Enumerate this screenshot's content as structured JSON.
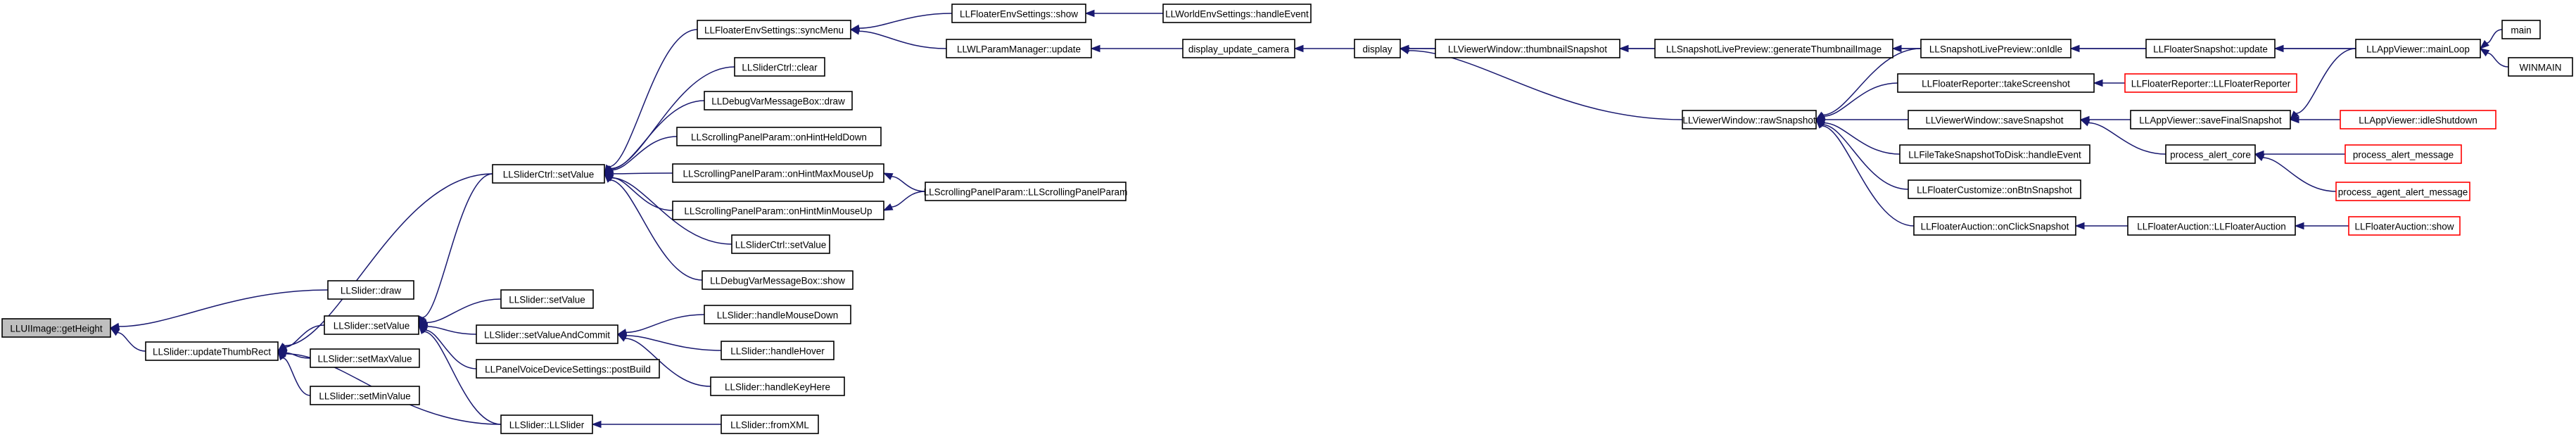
{
  "colors": {
    "edge": "#191970",
    "node_border": "#000000",
    "node_fill": "#ffffff",
    "root_fill": "#bfbfbf",
    "truncated_border": "#ff0000"
  },
  "nodes": [
    {
      "id": "n0",
      "label": "LLUIImage::getHeight",
      "style": "root"
    },
    {
      "id": "n1",
      "label": "LLSlider::draw",
      "style": "normal"
    },
    {
      "id": "n2",
      "label": "LLSlider::updateThumbRect",
      "style": "normal"
    },
    {
      "id": "n3",
      "label": "LLSliderCtrl::setValue",
      "style": "normal"
    },
    {
      "id": "n4",
      "label": "LLSlider::setValue",
      "style": "normal"
    },
    {
      "id": "n5",
      "label": "LLSlider::setMaxValue",
      "style": "normal"
    },
    {
      "id": "n6",
      "label": "LLSlider::setMinValue",
      "style": "normal"
    },
    {
      "id": "n7",
      "label": "LLSlider::LLSlider",
      "style": "normal"
    },
    {
      "id": "n8",
      "label": "LLFloaterEnvSettings::syncMenu",
      "style": "normal"
    },
    {
      "id": "n9",
      "label": "LLSliderCtrl::clear",
      "style": "normal"
    },
    {
      "id": "n10",
      "label": "LLDebugVarMessageBox::draw",
      "style": "normal"
    },
    {
      "id": "n11",
      "label": "LLScrollingPanelParam::onHintHeldDown",
      "style": "normal"
    },
    {
      "id": "n12",
      "label": "LLScrollingPanelParam::onHintMaxMouseUp",
      "style": "normal"
    },
    {
      "id": "n13",
      "label": "LLScrollingPanelParam::onHintMinMouseUp",
      "style": "normal"
    },
    {
      "id": "n14",
      "label": "LLSliderCtrl::setValue",
      "style": "normal"
    },
    {
      "id": "n15",
      "label": "LLDebugVarMessageBox::show",
      "style": "normal"
    },
    {
      "id": "n16",
      "label": "LLSlider::setValue",
      "style": "normal"
    },
    {
      "id": "n17",
      "label": "LLSlider::setValueAndCommit",
      "style": "normal"
    },
    {
      "id": "n18",
      "label": "LLPanelVoiceDeviceSettings::postBuild",
      "style": "normal"
    },
    {
      "id": "n19",
      "label": "LLSlider::handleMouseDown",
      "style": "normal"
    },
    {
      "id": "n20",
      "label": "LLSlider::handleHover",
      "style": "normal"
    },
    {
      "id": "n21",
      "label": "LLSlider::handleKeyHere",
      "style": "normal"
    },
    {
      "id": "n22",
      "label": "LLSlider::fromXML",
      "style": "normal"
    },
    {
      "id": "n23",
      "label": "LLFloaterEnvSettings::show",
      "style": "normal"
    },
    {
      "id": "n24",
      "label": "LLWLParamManager::update",
      "style": "normal"
    },
    {
      "id": "n25",
      "label": "LLWorldEnvSettings::handleEvent",
      "style": "normal"
    },
    {
      "id": "n26",
      "label": "display_update_camera",
      "style": "normal"
    },
    {
      "id": "n27",
      "label": "display",
      "style": "normal"
    },
    {
      "id": "n28",
      "label": "LLScrollingPanelParam::LLScrollingPanelParam",
      "style": "normal"
    },
    {
      "id": "n29",
      "label": "LLViewerWindow::thumbnailSnapshot",
      "style": "normal"
    },
    {
      "id": "n30",
      "label": "LLViewerWindow::rawSnapshot",
      "style": "normal"
    },
    {
      "id": "n31",
      "label": "LLSnapshotLivePreview::generateThumbnailImage",
      "style": "normal"
    },
    {
      "id": "n32",
      "label": "LLSnapshotLivePreview::onIdle",
      "style": "normal"
    },
    {
      "id": "n33",
      "label": "LLFloaterReporter::takeScreenshot",
      "style": "normal"
    },
    {
      "id": "n34",
      "label": "LLViewerWindow::saveSnapshot",
      "style": "normal"
    },
    {
      "id": "n35",
      "label": "LLFileTakeSnapshotToDisk::handleEvent",
      "style": "normal"
    },
    {
      "id": "n36",
      "label": "LLFloaterCustomize::onBtnSnapshot",
      "style": "normal"
    },
    {
      "id": "n37",
      "label": "LLFloaterAuction::onClickSnapshot",
      "style": "normal"
    },
    {
      "id": "n38",
      "label": "LLFloaterSnapshot::update",
      "style": "normal"
    },
    {
      "id": "n39",
      "label": "LLFloaterReporter::LLFloaterReporter",
      "style": "truncated"
    },
    {
      "id": "n40",
      "label": "LLAppViewer::saveFinalSnapshot",
      "style": "normal"
    },
    {
      "id": "n41",
      "label": "process_alert_core",
      "style": "normal"
    },
    {
      "id": "n42",
      "label": "LLFloaterAuction::LLFloaterAuction",
      "style": "normal"
    },
    {
      "id": "n43",
      "label": "LLAppViewer::mainLoop",
      "style": "normal"
    },
    {
      "id": "n44",
      "label": "LLAppViewer::idleShutdown",
      "style": "truncated"
    },
    {
      "id": "n45",
      "label": "process_alert_message",
      "style": "truncated"
    },
    {
      "id": "n46",
      "label": "process_agent_alert_message",
      "style": "truncated"
    },
    {
      "id": "n47",
      "label": "LLFloaterAuction::show",
      "style": "truncated"
    },
    {
      "id": "n48",
      "label": "main",
      "style": "normal"
    },
    {
      "id": "n49",
      "label": "WINMAIN",
      "style": "normal"
    }
  ],
  "edges": [
    {
      "from": "n1",
      "to": "n0"
    },
    {
      "from": "n2",
      "to": "n0"
    },
    {
      "from": "n3",
      "to": "n2"
    },
    {
      "from": "n4",
      "to": "n2"
    },
    {
      "from": "n5",
      "to": "n2"
    },
    {
      "from": "n6",
      "to": "n2"
    },
    {
      "from": "n7",
      "to": "n2"
    },
    {
      "from": "n8",
      "to": "n3"
    },
    {
      "from": "n9",
      "to": "n3"
    },
    {
      "from": "n10",
      "to": "n3"
    },
    {
      "from": "n11",
      "to": "n3"
    },
    {
      "from": "n12",
      "to": "n3"
    },
    {
      "from": "n13",
      "to": "n3"
    },
    {
      "from": "n14",
      "to": "n3"
    },
    {
      "from": "n15",
      "to": "n3"
    },
    {
      "from": "n3",
      "to": "n4"
    },
    {
      "from": "n16",
      "to": "n4"
    },
    {
      "from": "n17",
      "to": "n4"
    },
    {
      "from": "n18",
      "to": "n4"
    },
    {
      "from": "n7",
      "to": "n4"
    },
    {
      "from": "n19",
      "to": "n17"
    },
    {
      "from": "n20",
      "to": "n17"
    },
    {
      "from": "n21",
      "to": "n17"
    },
    {
      "from": "n22",
      "to": "n7"
    },
    {
      "from": "n23",
      "to": "n8"
    },
    {
      "from": "n24",
      "to": "n8"
    },
    {
      "from": "n25",
      "to": "n23"
    },
    {
      "from": "n26",
      "to": "n24"
    },
    {
      "from": "n27",
      "to": "n26"
    },
    {
      "from": "n28",
      "to": "n12"
    },
    {
      "from": "n28",
      "to": "n13"
    },
    {
      "from": "n43",
      "to": "n27"
    },
    {
      "from": "n29",
      "to": "n27"
    },
    {
      "from": "n30",
      "to": "n27"
    },
    {
      "from": "n31",
      "to": "n29"
    },
    {
      "from": "n32",
      "to": "n31"
    },
    {
      "from": "n38",
      "to": "n32"
    },
    {
      "from": "n43",
      "to": "n38"
    },
    {
      "from": "n32",
      "to": "n30"
    },
    {
      "from": "n33",
      "to": "n30"
    },
    {
      "from": "n34",
      "to": "n30"
    },
    {
      "from": "n35",
      "to": "n30"
    },
    {
      "from": "n36",
      "to": "n30"
    },
    {
      "from": "n37",
      "to": "n30"
    },
    {
      "from": "n39",
      "to": "n33"
    },
    {
      "from": "n40",
      "to": "n34"
    },
    {
      "from": "n41",
      "to": "n34"
    },
    {
      "from": "n42",
      "to": "n37"
    },
    {
      "from": "n43",
      "to": "n40"
    },
    {
      "from": "n44",
      "to": "n40"
    },
    {
      "from": "n45",
      "to": "n41"
    },
    {
      "from": "n46",
      "to": "n41"
    },
    {
      "from": "n47",
      "to": "n42"
    },
    {
      "from": "n48",
      "to": "n43"
    },
    {
      "from": "n49",
      "to": "n43"
    }
  ]
}
